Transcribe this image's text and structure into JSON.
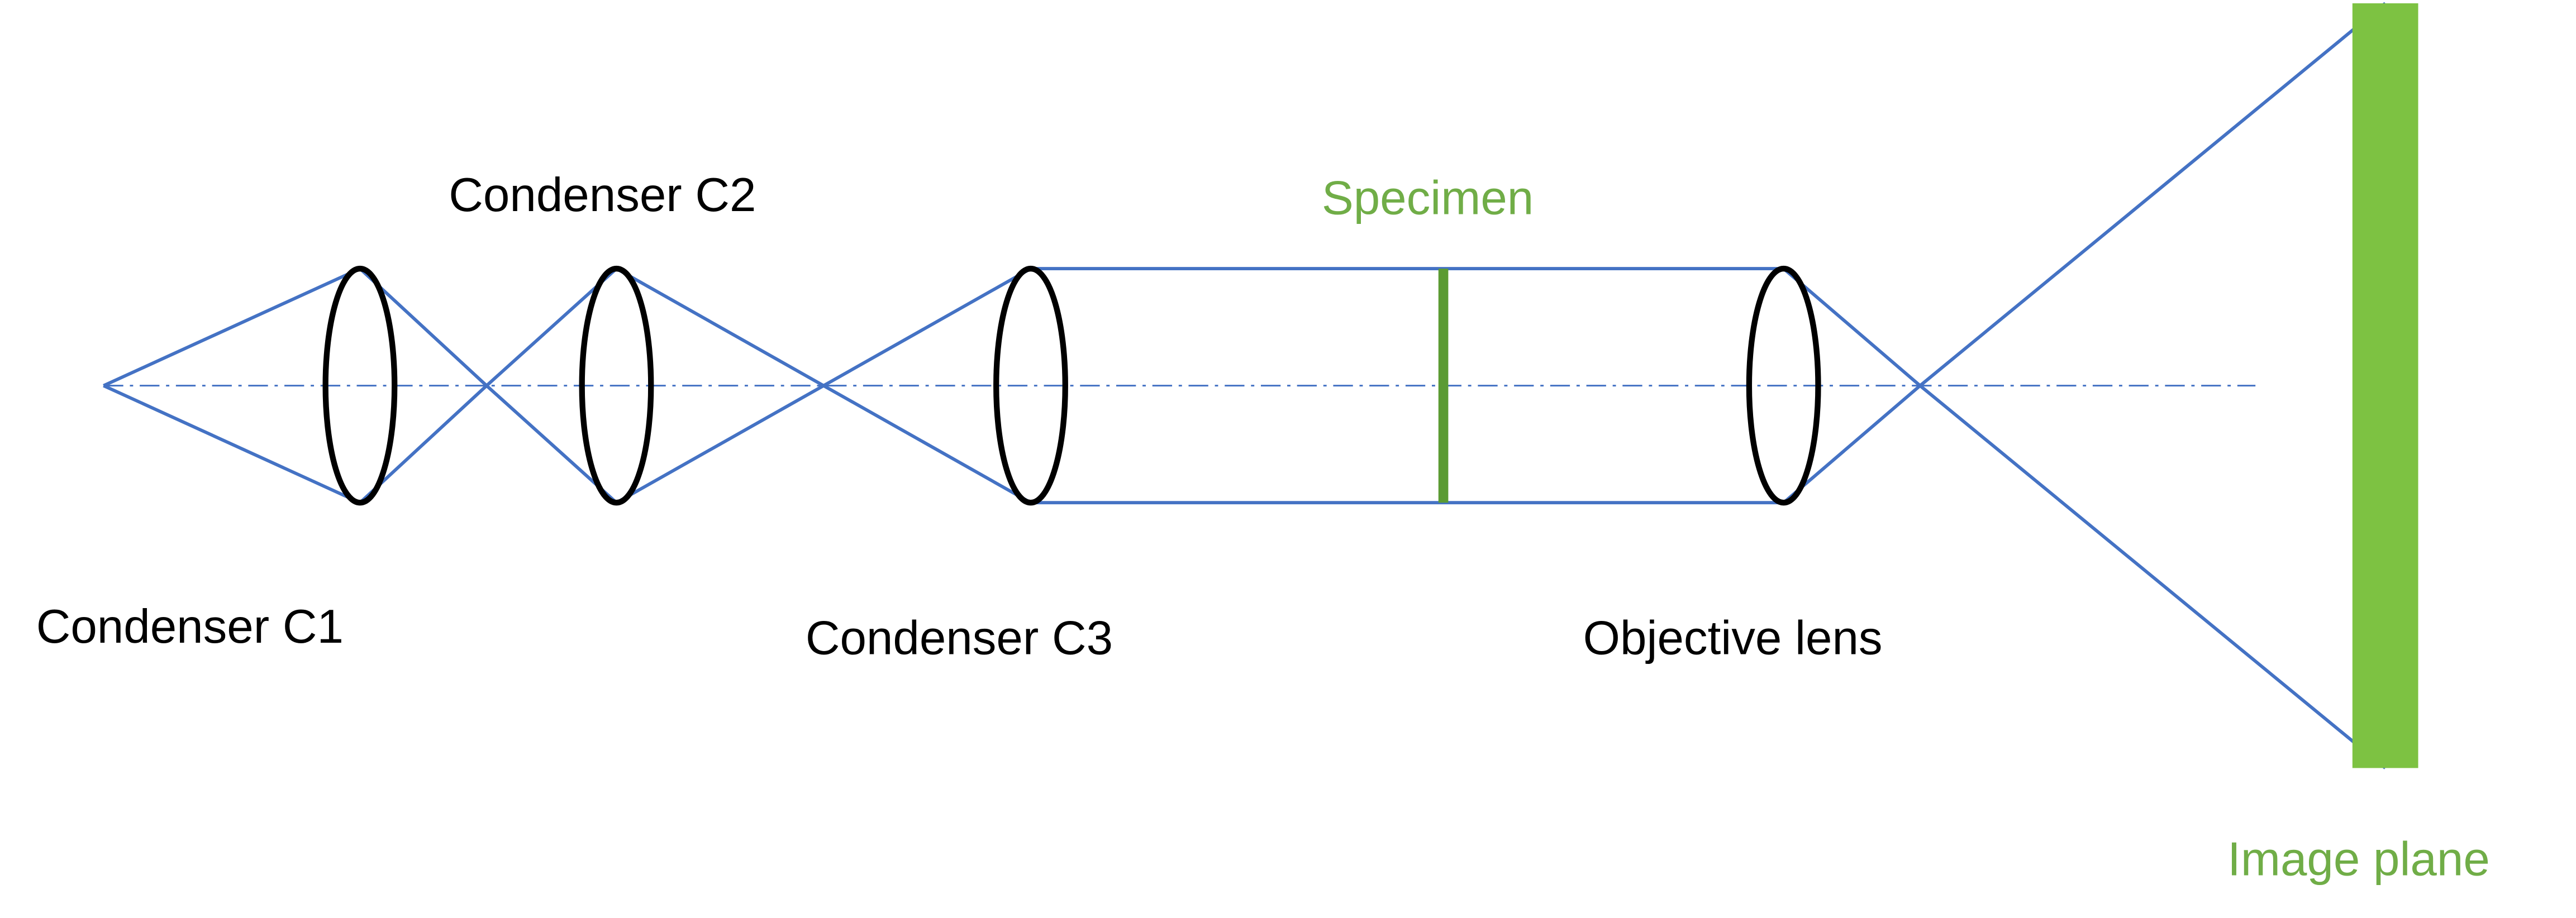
{
  "labels": {
    "condenser_c1": "Condenser C1",
    "condenser_c2": "Condenser C2",
    "condenser_c3": "Condenser C3",
    "specimen": "Specimen",
    "objective_lens": "Objective lens",
    "image_plane": "Image plane"
  },
  "colors": {
    "ray": "#4472C4",
    "lens": "#000000",
    "specimen": "#5B9B33",
    "image_plane": "#7DC242",
    "specimen_label": "#70AD47",
    "text": "#000000",
    "axis": "#4472C4"
  }
}
